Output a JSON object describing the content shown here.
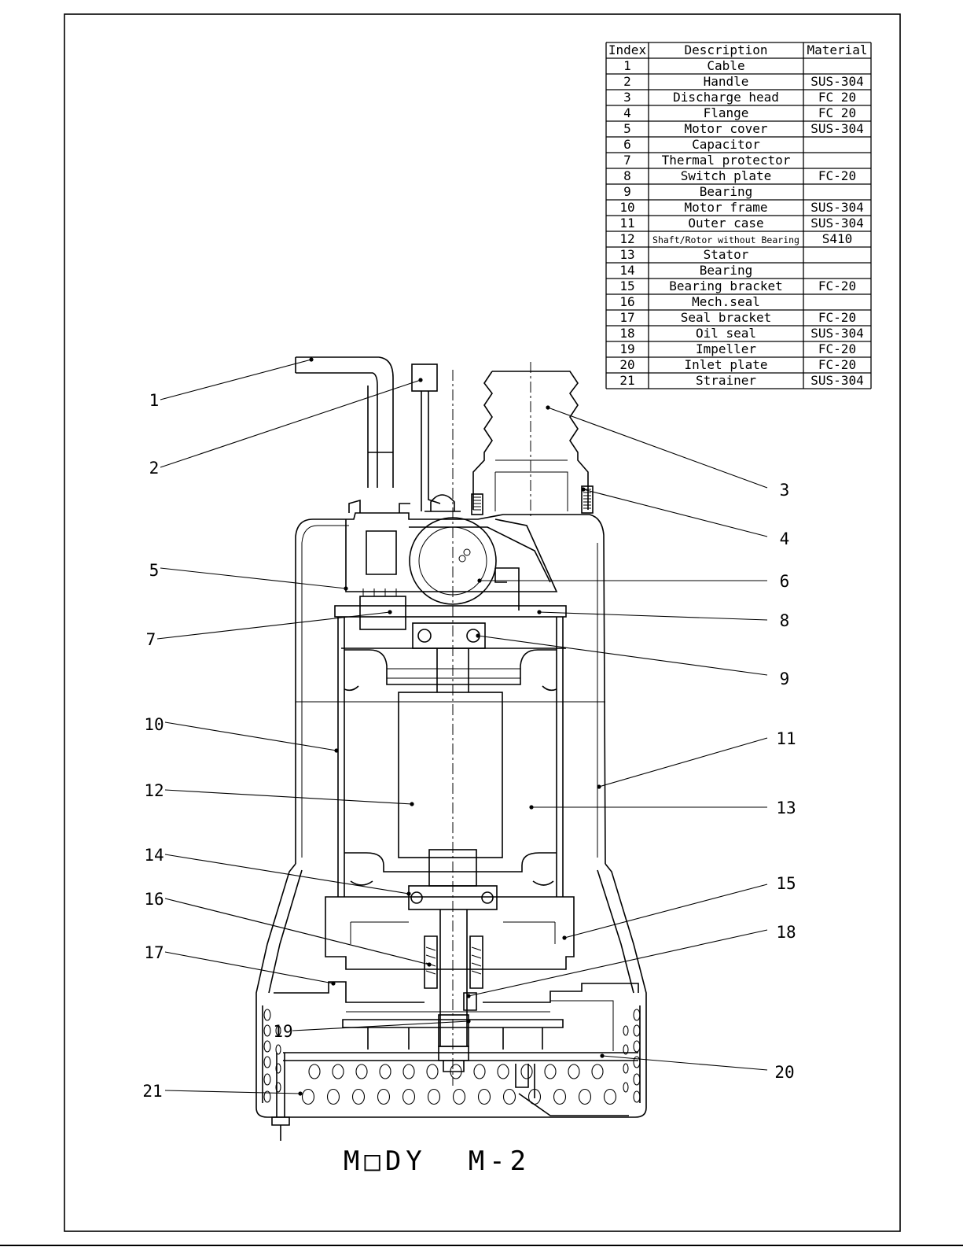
{
  "title": "M□DY  M-2",
  "table": {
    "headers": [
      "Index",
      "Description",
      "Material"
    ],
    "rows": [
      {
        "index": "1",
        "description": "Cable",
        "material": ""
      },
      {
        "index": "2",
        "description": "Handle",
        "material": "SUS-304"
      },
      {
        "index": "3",
        "description": "Discharge head",
        "material": "FC 20"
      },
      {
        "index": "4",
        "description": "Flange",
        "material": "FC 20"
      },
      {
        "index": "5",
        "description": "Motor cover",
        "material": "SUS-304"
      },
      {
        "index": "6",
        "description": "Capacitor",
        "material": ""
      },
      {
        "index": "7",
        "description": "Thermal protector",
        "material": ""
      },
      {
        "index": "8",
        "description": "Switch plate",
        "material": "FC-20"
      },
      {
        "index": "9",
        "description": "Bearing",
        "material": ""
      },
      {
        "index": "10",
        "description": "Motor frame",
        "material": "SUS-304"
      },
      {
        "index": "11",
        "description": "Outer case",
        "material": "SUS-304"
      },
      {
        "index": "12",
        "description": "Shaft/Rotor without Bearing",
        "material": "S410"
      },
      {
        "index": "13",
        "description": "Stator",
        "material": ""
      },
      {
        "index": "14",
        "description": "Bearing",
        "material": ""
      },
      {
        "index": "15",
        "description": "Bearing bracket",
        "material": "FC-20"
      },
      {
        "index": "16",
        "description": "Mech.seal",
        "material": ""
      },
      {
        "index": "17",
        "description": "Seal bracket",
        "material": "FC-20"
      },
      {
        "index": "18",
        "description": "Oil seal",
        "material": "SUS-304"
      },
      {
        "index": "19",
        "description": "Impeller",
        "material": "FC-20"
      },
      {
        "index": "20",
        "description": "Inlet plate",
        "material": "FC-20"
      },
      {
        "index": "21",
        "description": "Strainer",
        "material": "SUS-304"
      }
    ]
  },
  "callouts": [
    "1",
    "2",
    "3",
    "4",
    "5",
    "6",
    "7",
    "8",
    "9",
    "10",
    "11",
    "12",
    "13",
    "14",
    "15",
    "16",
    "17",
    "18",
    "19",
    "20",
    "21"
  ]
}
